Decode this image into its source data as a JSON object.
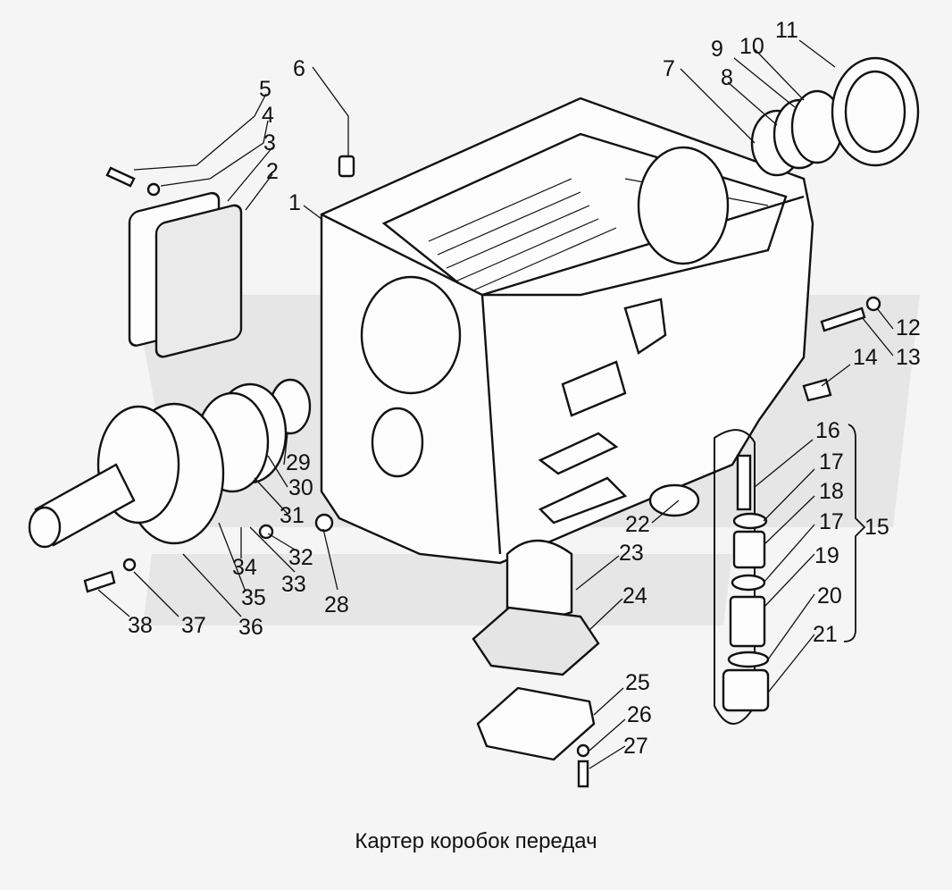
{
  "caption": "Картер коробок передач",
  "callouts": [
    {
      "id": "1",
      "label": "1"
    },
    {
      "id": "2",
      "label": "2"
    },
    {
      "id": "3",
      "label": "3"
    },
    {
      "id": "4",
      "label": "4"
    },
    {
      "id": "5",
      "label": "5"
    },
    {
      "id": "6",
      "label": "6"
    },
    {
      "id": "7",
      "label": "7"
    },
    {
      "id": "8",
      "label": "8"
    },
    {
      "id": "9",
      "label": "9"
    },
    {
      "id": "10",
      "label": "10"
    },
    {
      "id": "11",
      "label": "11"
    },
    {
      "id": "12",
      "label": "12"
    },
    {
      "id": "13",
      "label": "13"
    },
    {
      "id": "14",
      "label": "14"
    },
    {
      "id": "15",
      "label": "15"
    },
    {
      "id": "16",
      "label": "16"
    },
    {
      "id": "17a",
      "label": "17"
    },
    {
      "id": "18",
      "label": "18"
    },
    {
      "id": "17b",
      "label": "17"
    },
    {
      "id": "19",
      "label": "19"
    },
    {
      "id": "20",
      "label": "20"
    },
    {
      "id": "21",
      "label": "21"
    },
    {
      "id": "22",
      "label": "22"
    },
    {
      "id": "23",
      "label": "23"
    },
    {
      "id": "24",
      "label": "24"
    },
    {
      "id": "25",
      "label": "25"
    },
    {
      "id": "26",
      "label": "26"
    },
    {
      "id": "27",
      "label": "27"
    },
    {
      "id": "28",
      "label": "28"
    },
    {
      "id": "29",
      "label": "29"
    },
    {
      "id": "30",
      "label": "30"
    },
    {
      "id": "31",
      "label": "31"
    },
    {
      "id": "32",
      "label": "32"
    },
    {
      "id": "33",
      "label": "33"
    },
    {
      "id": "34",
      "label": "34"
    },
    {
      "id": "35",
      "label": "35"
    },
    {
      "id": "36",
      "label": "36"
    },
    {
      "id": "37",
      "label": "37"
    },
    {
      "id": "38",
      "label": "38"
    }
  ]
}
